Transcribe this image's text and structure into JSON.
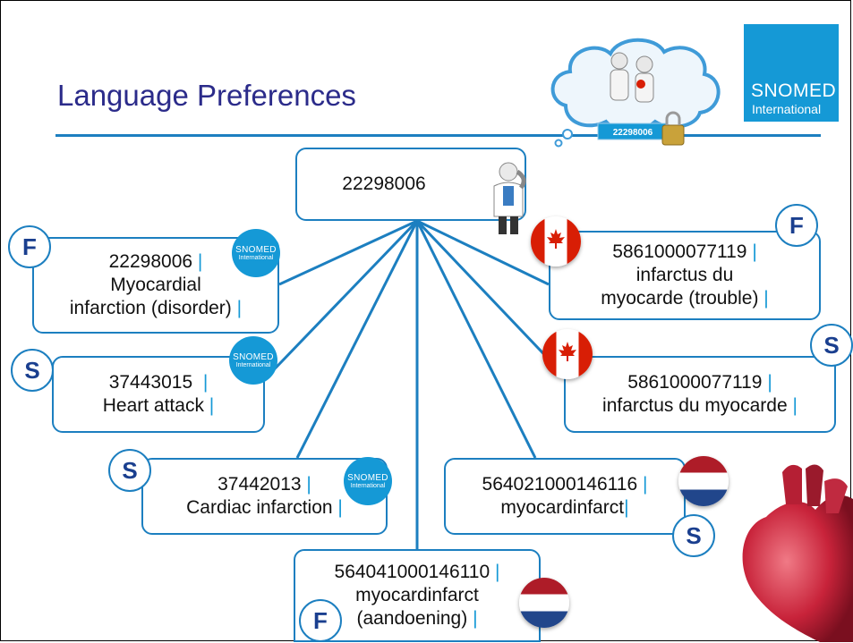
{
  "slide": {
    "title": "Language Preferences",
    "logo": {
      "line1": "SNOMED",
      "line2": "International"
    }
  },
  "cloud": {
    "concept_tag": "22298006"
  },
  "root": {
    "concept_id": "22298006"
  },
  "seal": {
    "line1": "SNOMED",
    "line2": "International"
  },
  "nodes": [
    {
      "id": "en-fsn",
      "code": "22298006",
      "text": "Myocardial",
      "text2": "infarction (disorder)",
      "badge": "F",
      "marker": "snomed"
    },
    {
      "id": "en-syn1",
      "code": "37443015",
      "text": "Heart attack",
      "badge": "S",
      "marker": "snomed"
    },
    {
      "id": "en-syn2",
      "code": "37442013",
      "text": "Cardiac infarction",
      "badge": "S",
      "marker": "snomed"
    },
    {
      "id": "nl-fsn",
      "code": "564041000146110",
      "text": "myocardinfarct",
      "text2": "(aandoening)",
      "badge": "F",
      "marker": "flag-nl"
    },
    {
      "id": "nl-syn",
      "code": "564021000146116",
      "text": "myocardinfarct",
      "badge": "S",
      "marker": "flag-nl"
    },
    {
      "id": "ca-syn",
      "code": "5861000077119",
      "text": "infarctus du myocarde",
      "badge": "S",
      "marker": "flag-ca"
    },
    {
      "id": "ca-fsn",
      "code": "5861000077119",
      "text": "infarctus du",
      "text2": "myocarde (trouble)",
      "badge": "F",
      "marker": "flag-ca"
    }
  ],
  "separator": "|",
  "colors": {
    "accent": "#1599d6",
    "line": "#1c7fc0",
    "title": "#2b2b8a",
    "badge_text": "#1a3f8f"
  }
}
